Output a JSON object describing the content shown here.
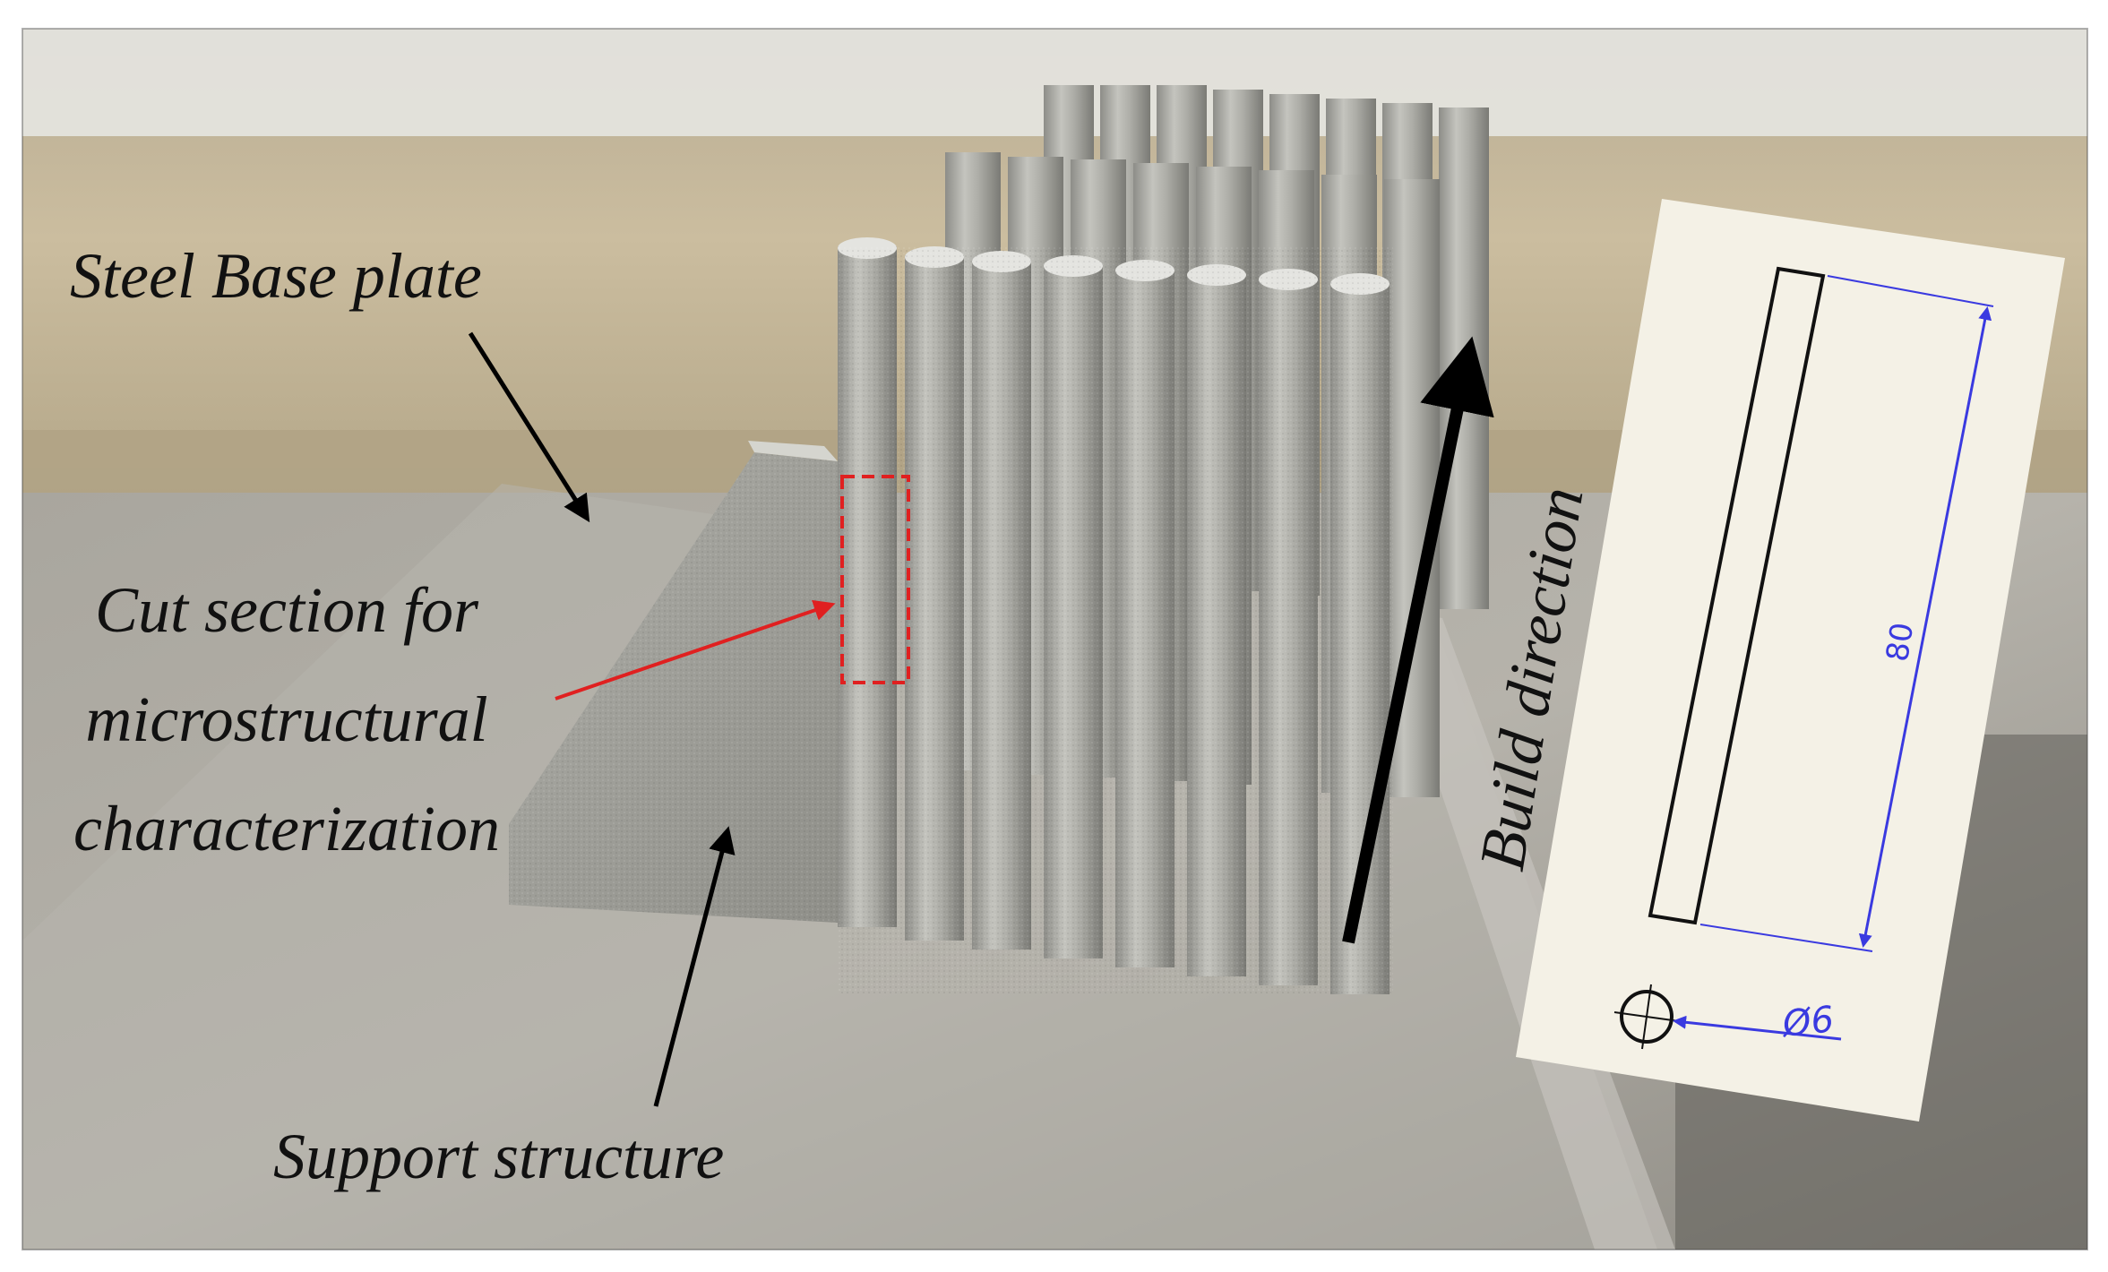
{
  "figure": {
    "labels": {
      "base_plate": "Steel Base plate",
      "cut_section_lines": [
        "Cut section for",
        "microstructural",
        "characterization"
      ],
      "support": "Support structure",
      "build_direction": "Build direction"
    },
    "drawing": {
      "length_dim": "80",
      "diameter_dim": "Ø6"
    },
    "colors": {
      "arrow": "#000000",
      "cut_arrow": "#e02020",
      "dimension": "#3a3ae0",
      "drawing_paper": "#f4f1e6"
    }
  }
}
